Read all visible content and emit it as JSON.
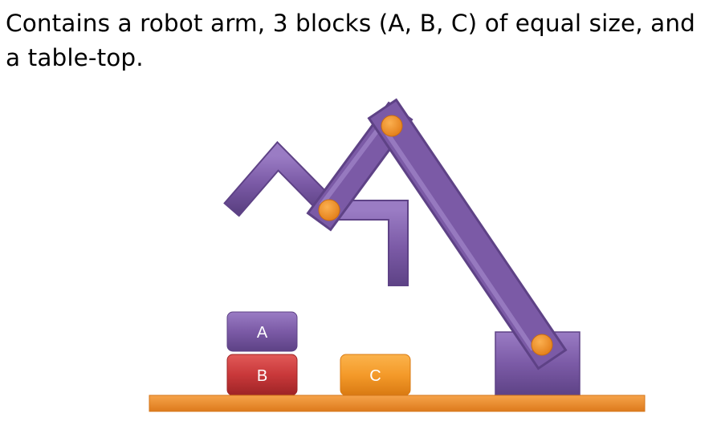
{
  "caption": "Contains a robot arm, 3 blocks (A, B, C) of equal size, and a table-top.",
  "blocks": [
    {
      "label": "A",
      "color": "#7d5aa8"
    },
    {
      "label": "B",
      "color": "#c8383a"
    },
    {
      "label": "C",
      "color": "#f49a2a"
    }
  ],
  "colors": {
    "arm": "#7b5aa6",
    "arm_dark": "#5e4286",
    "joint": "#f0902a",
    "table": "#ee8c2c"
  }
}
